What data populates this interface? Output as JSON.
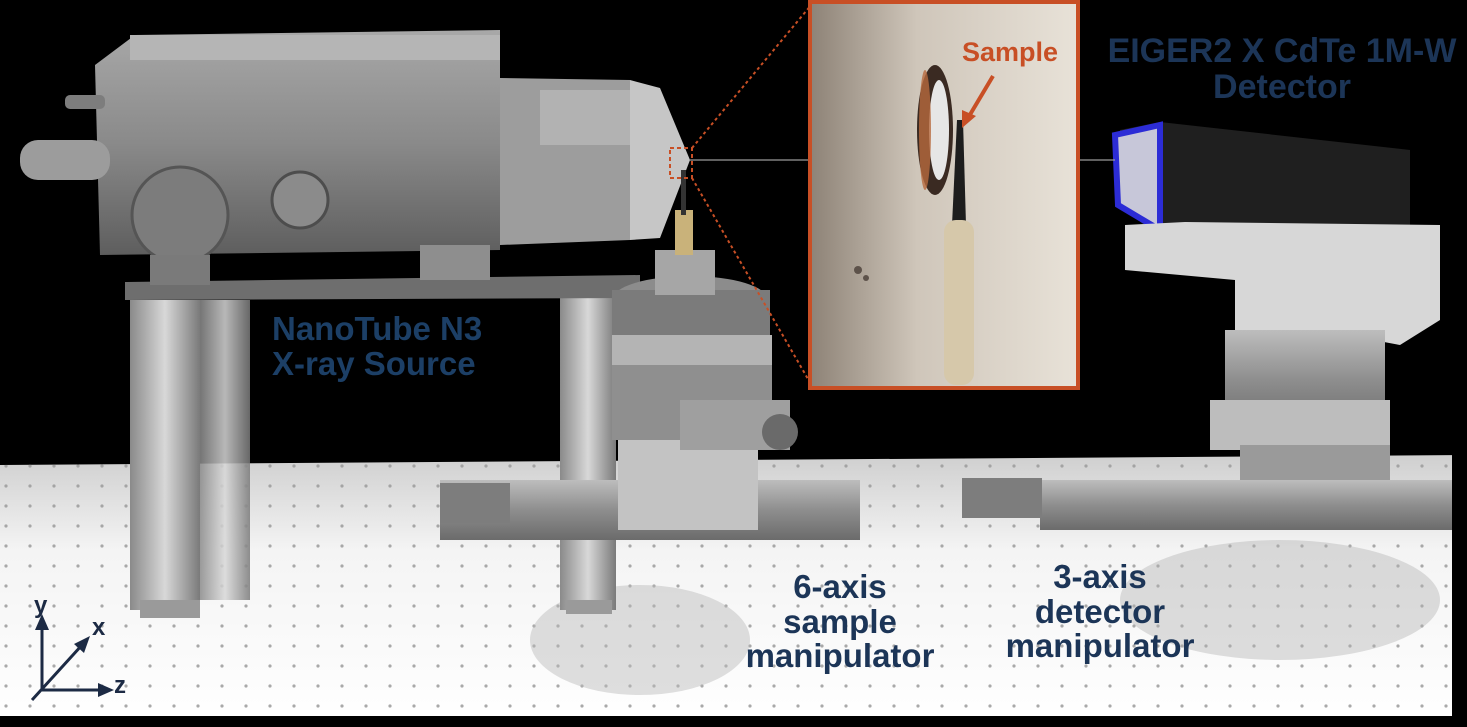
{
  "labels": {
    "source": "NanoTube N3\nX-ray Source",
    "detector_line1": "EIGER2 X CdTe 1M-W",
    "detector_line2": "Detector",
    "sample_manipulator": "6-axis\nsample\nmanipulator",
    "detector_manipulator": "3-axis\ndetector\nmanipulator",
    "sample": "Sample"
  },
  "axes": {
    "y": "y",
    "x": "x",
    "z": "z"
  },
  "colors": {
    "background": "#000000",
    "label_dark_blue": "#1c3557",
    "inset_border": "#c84f25",
    "detector_window": "#2c2cd6"
  }
}
